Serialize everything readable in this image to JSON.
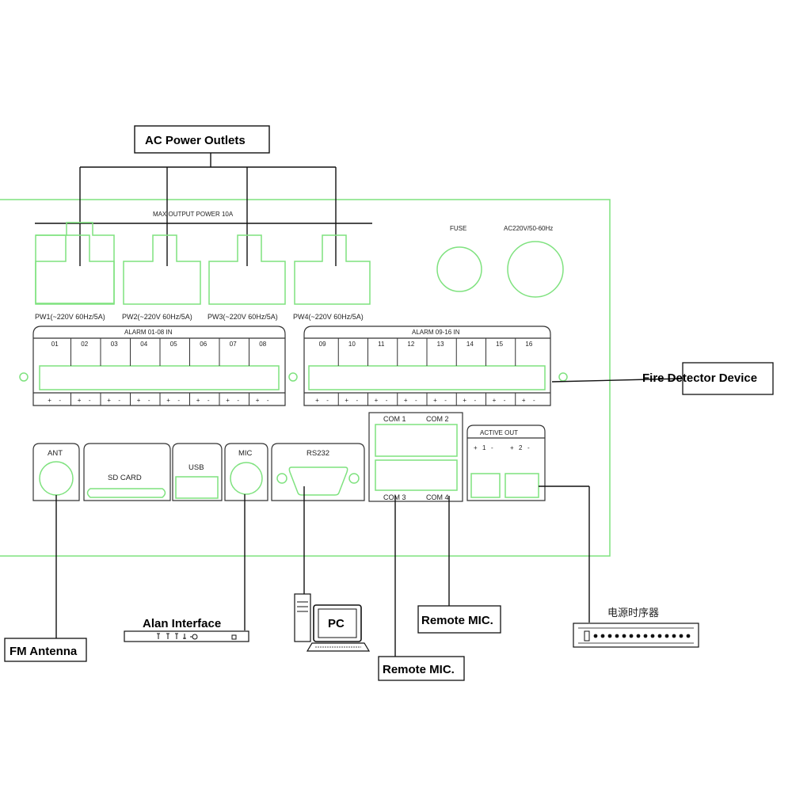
{
  "callouts": {
    "ac_power_outlets": "AC Power Outlets",
    "fire_detector_device": "Fire Detector Device",
    "fm_antenna": "FM Antenna",
    "alan_interface": "Alan Interface",
    "pc": "PC",
    "remote_mic_1": "Remote MIC.",
    "remote_mic_2": "Remote MIC.",
    "power_sequencer": "电源时序器"
  },
  "panel": {
    "max_output": "MAX OUTPUT POWER 10A",
    "fuse": "FUSE",
    "ac_input": "AC220V/50-60Hz",
    "outlets": [
      "PW1(~220V 60Hz/5A)",
      "PW2(~220V 60Hz/5A)",
      "PW3(~220V 60Hz/5A)",
      "PW4(~220V 60Hz/5A)"
    ],
    "alarm_left_title": "ALARM 01-08 IN",
    "alarm_right_title": "ALARM 09-16 IN",
    "alarm_left_channels": [
      "01",
      "02",
      "03",
      "04",
      "05",
      "06",
      "07",
      "08"
    ],
    "alarm_right_channels": [
      "09",
      "10",
      "11",
      "12",
      "13",
      "14",
      "15",
      "16"
    ],
    "ant": "ANT",
    "sd_card": "SD  CARD",
    "usb": "USB",
    "mic": "MIC",
    "rs232": "RS232",
    "com1": "COM 1",
    "com2": "COM 2",
    "com3": "COM 3",
    "com4": "COM 4",
    "active_out": "ACTIVE OUT",
    "active_out_ch1": "1",
    "active_out_ch2": "2",
    "polarity_plus": "+",
    "polarity_minus": "-"
  }
}
